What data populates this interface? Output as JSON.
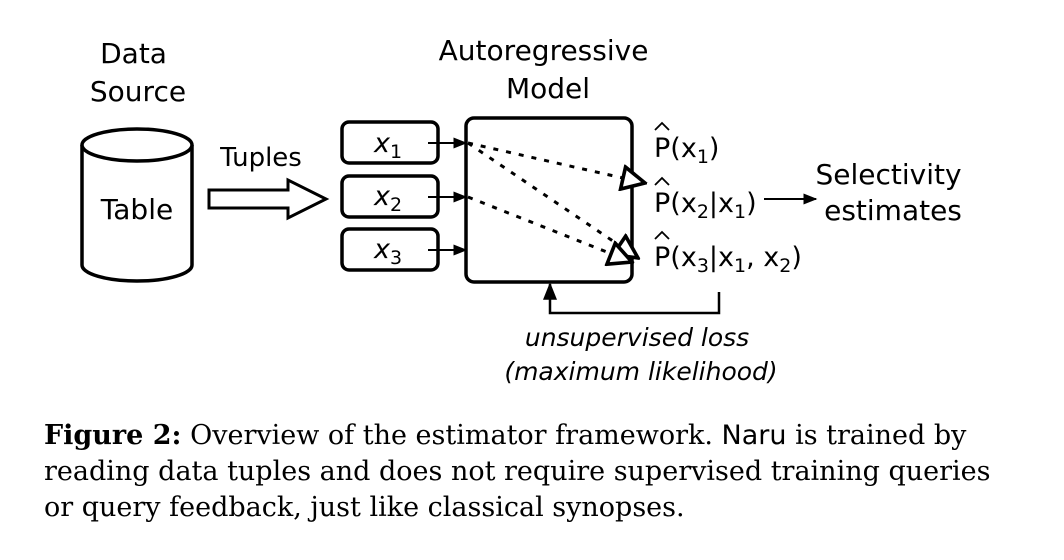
{
  "diagram": {
    "data_source_label": [
      "Data",
      "Source"
    ],
    "table_label": "Table",
    "tuples_label": "Tuples",
    "inputs": [
      {
        "var": "x",
        "sub": "1"
      },
      {
        "var": "x",
        "sub": "2"
      },
      {
        "var": "x",
        "sub": "3"
      }
    ],
    "model_label": [
      "Autoregressive",
      "Model"
    ],
    "outputs": [
      {
        "prefix": "P",
        "open": "(x",
        "sub1": "1",
        "rest": ")"
      },
      {
        "prefix": "P",
        "open": "(x",
        "sub1": "2",
        "bar": "|x",
        "sub2": "1",
        "rest": ")"
      },
      {
        "prefix": "P",
        "open": "(x",
        "sub1": "3",
        "bar": "|x",
        "sub2": "1",
        "comma": ", x",
        "sub3": "2",
        "rest": ")"
      }
    ],
    "selectivity_label": [
      "Selectivity",
      "estimates"
    ],
    "loss_label": [
      "unsupervised loss",
      "(maximum likelihood)"
    ]
  },
  "caption": {
    "label": "Figure 2:",
    "text_before": " Overview of the estimator framework. ",
    "system_name": "Naru",
    "text_after": " is trained by reading data tuples and does not require supervised training queries or query feedback, just like classical synopses."
  }
}
